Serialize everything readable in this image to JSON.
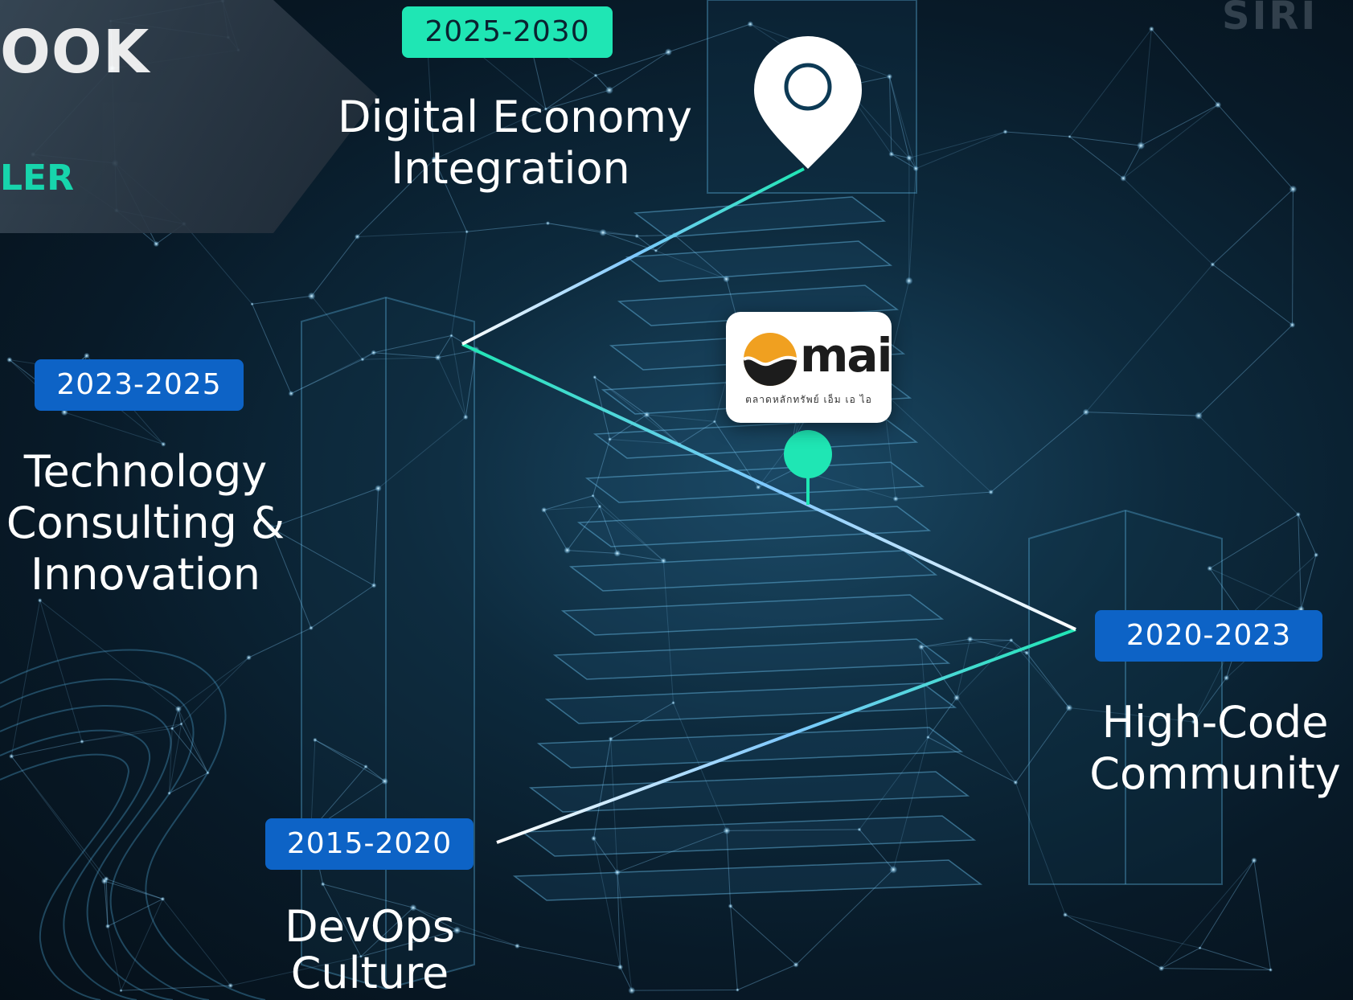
{
  "panel": {
    "title": "OOK",
    "subtitle": "LER"
  },
  "corner_logo": "SIRI",
  "mai": {
    "word": "mai",
    "thai": "ตลาดหลักทรัพย์ เอ็ม เอ ไอ"
  },
  "milestones": [
    {
      "period": "2025-2030",
      "title_lines": [
        "Digital Economy",
        "Integration"
      ]
    },
    {
      "period": "2023-2025",
      "title_lines": [
        "Technology",
        "Consulting &",
        "Innovation"
      ]
    },
    {
      "period": "2020-2023",
      "title_lines": [
        "High-Code",
        "Community"
      ]
    },
    {
      "period": "2015-2020",
      "title_lines": [
        "DevOps",
        "Culture"
      ]
    }
  ],
  "colors": {
    "accent_green": "#1fe6b4",
    "badge_blue": "#0d63c6",
    "mai_orange": "#f0a020"
  },
  "icons": {
    "destination": "map-pin-icon",
    "mai": "mai-logo-icon",
    "marker": "dot-marker-icon"
  }
}
